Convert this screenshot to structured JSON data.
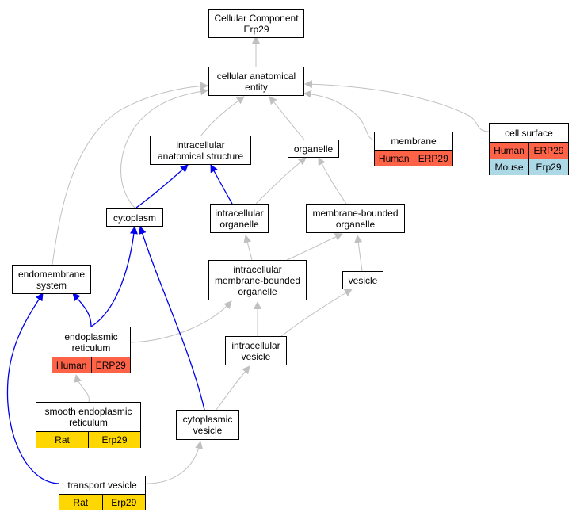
{
  "colors": {
    "edge_gray": "#c0c0c0",
    "edge_blue": "#0000ee",
    "human": "#ff6347",
    "mouse": "#add8e6",
    "rat": "#ffd700"
  },
  "nodes": {
    "cc": {
      "line1": "Cellular Component",
      "line2": "Erp29"
    },
    "cae": {
      "line1": "cellular anatomical",
      "line2": "entity"
    },
    "ias": {
      "line1": "intracellular",
      "line2": "anatomical structure"
    },
    "organelle": {
      "line1": "organelle"
    },
    "membrane": {
      "line1": "membrane",
      "tags": [
        [
          "Human",
          "ERP29"
        ]
      ]
    },
    "cellsurface": {
      "line1": "cell surface",
      "tags": [
        [
          "Human",
          "ERP29"
        ],
        [
          "Mouse",
          "Erp29"
        ]
      ]
    },
    "cytoplasm": {
      "line1": "cytoplasm"
    },
    "io": {
      "line1": "intracellular",
      "line2": "organelle"
    },
    "mbo": {
      "line1": "membrane-bounded",
      "line2": "organelle"
    },
    "endosys": {
      "line1": "endomembrane",
      "line2": "system"
    },
    "imbo": {
      "line1": "intracellular",
      "line2": "membrane-bounded",
      "line3": "organelle"
    },
    "vesicle": {
      "line1": "vesicle"
    },
    "er": {
      "line1": "endoplasmic",
      "line2": "reticulum",
      "tags": [
        [
          "Human",
          "ERP29"
        ]
      ]
    },
    "iv": {
      "line1": "intracellular",
      "line2": "vesicle"
    },
    "ser": {
      "line1": "smooth endoplasmic",
      "line2": "reticulum",
      "tags": [
        [
          "Rat",
          "Erp29"
        ]
      ]
    },
    "cv": {
      "line1": "cytoplasmic",
      "line2": "vesicle"
    },
    "tv": {
      "line1": "transport vesicle",
      "tags": [
        [
          "Rat",
          "Erp29"
        ]
      ]
    }
  }
}
